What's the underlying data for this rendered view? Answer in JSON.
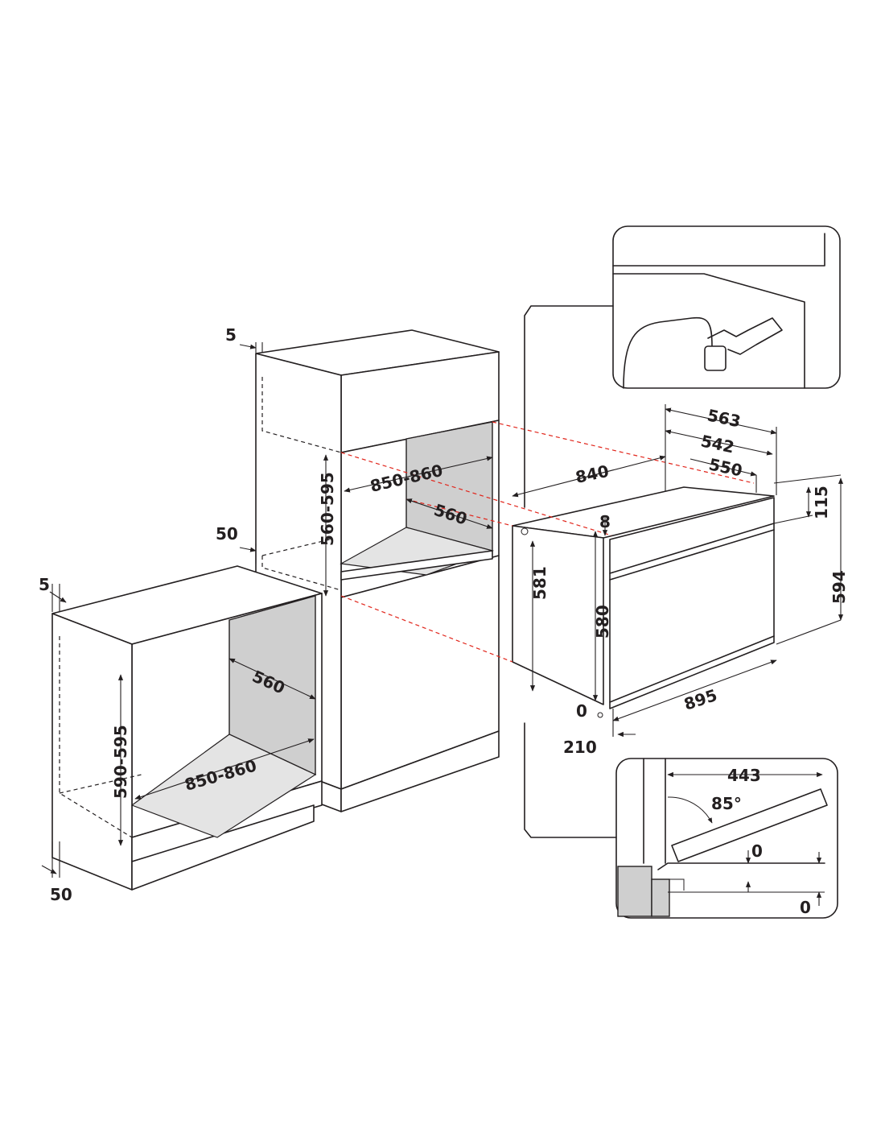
{
  "diagram": {
    "labels": {
      "l_5_top": "5",
      "l_50_mid": "50",
      "l_5_left": "5",
      "l_50_bottom": "50",
      "l_850_860_top": "850-860",
      "l_560_top": "560",
      "l_560_595": "560-595",
      "l_560_low": "560",
      "l_590_595": "590-595",
      "l_850_860_low": "850-860",
      "l_563": "563",
      "l_542": "542",
      "l_550": "550",
      "l_840": "840",
      "l_8": "8",
      "l_115": "115",
      "l_594": "594",
      "l_581": "581",
      "l_580": "580",
      "l_895": "895",
      "l_0_oven": "0",
      "l_210": "210",
      "l_443": "443",
      "l_85": "85°",
      "l_0_detail1": "0",
      "l_0_detail2": "0"
    }
  }
}
